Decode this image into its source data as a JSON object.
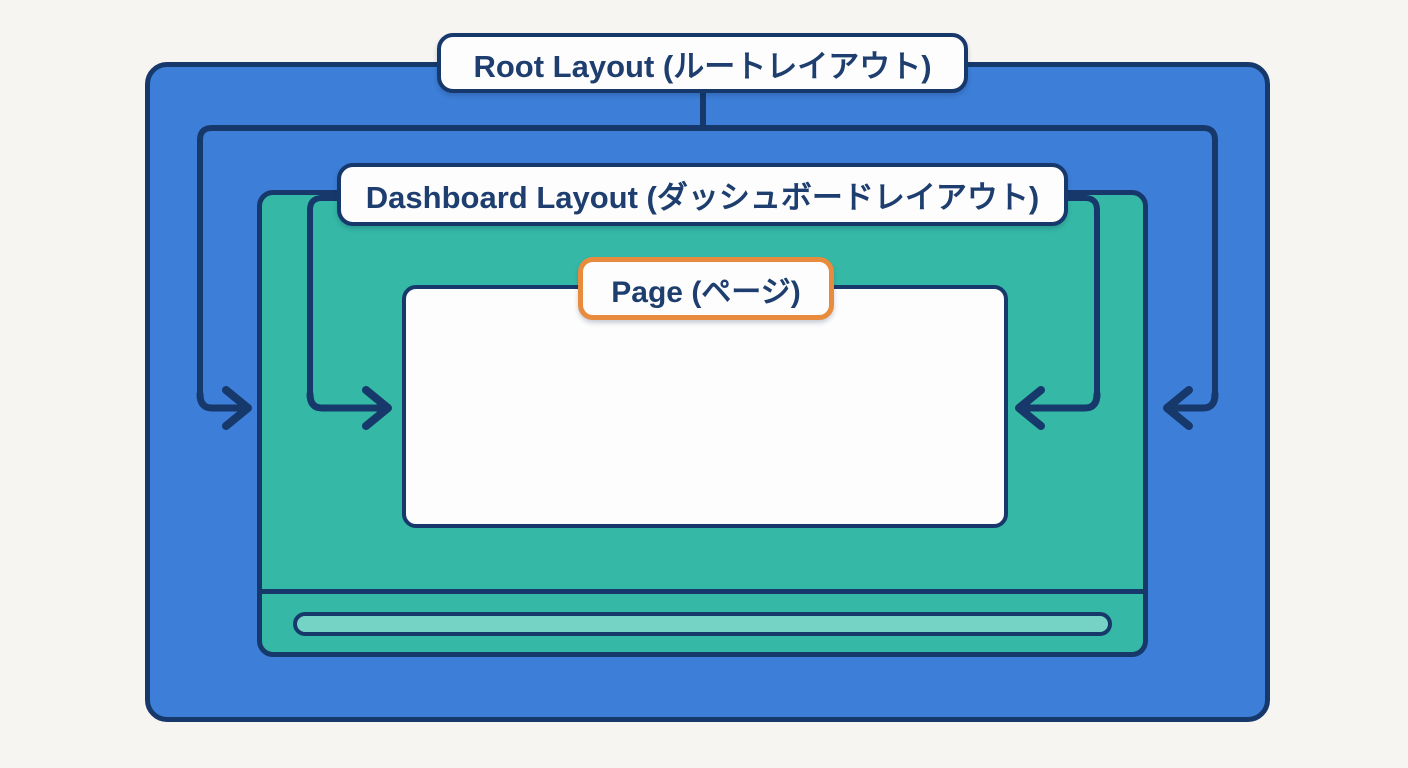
{
  "diagram": {
    "nodes": {
      "root_layout": {
        "label": "Root Layout (ルートレイアウト)"
      },
      "dashboard_layout": {
        "label": "Dashboard Layout (ダッシュボードレイアウト)"
      },
      "page": {
        "label": "Page (ページ)"
      }
    },
    "colors": {
      "background": "#f7f5f1",
      "root_fill": "#3d7ed8",
      "dashboard_fill": "#35b9a6",
      "footer_bar_fill": "#75d3c5",
      "line_navy": "#16386b",
      "text_navy": "#1d3e6e",
      "page_accent_orange": "#e88b3c",
      "node_fill": "#fdfdfd"
    }
  }
}
